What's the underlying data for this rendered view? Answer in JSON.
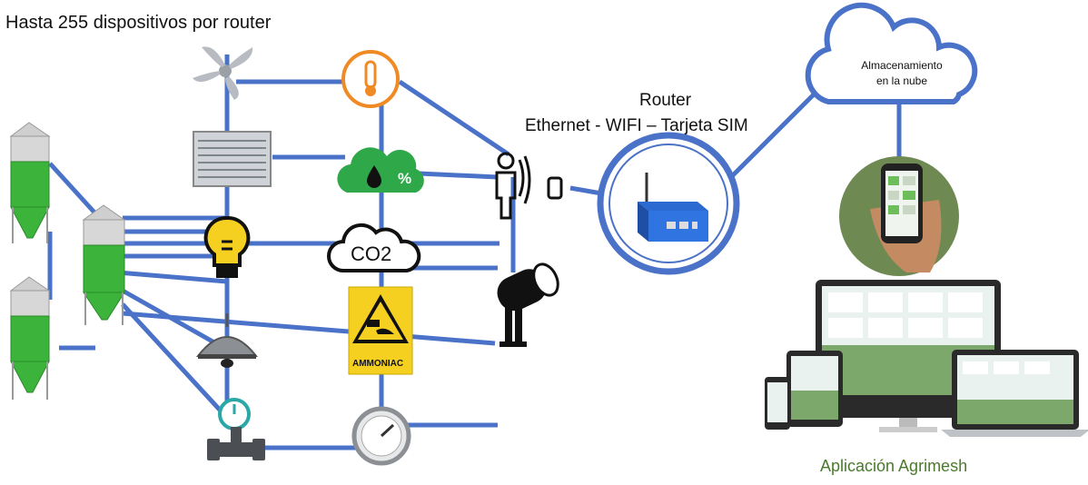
{
  "diagram": {
    "title": "Hasta 255 dispositivos por router",
    "router": {
      "label": "Router",
      "connectivity": "Ethernet - WIFI – Tarjeta SIM"
    },
    "cloud": {
      "label_line1": "Almacenamiento",
      "label_line2": "en la nube"
    },
    "sensors": {
      "co2_label": "CO2",
      "humidity_symbol": "%",
      "ammonia_label": "AMMONIAC"
    },
    "app": {
      "label": "Aplicación Agrimesh"
    },
    "colors": {
      "link": "#4a72c8",
      "silo_fill": "#3cb43c",
      "cloud_stroke": "#4a72c8",
      "thermometer": "#f08a24",
      "humidity_cloud": "#2fa84a",
      "ammonia_yellow": "#f6d020",
      "app_text": "#4a7a2b"
    },
    "icons": [
      "silo-icon",
      "fan-icon",
      "heater-icon",
      "light-bulb-icon",
      "ceiling-lamp-icon",
      "flow-meter-icon",
      "valve-icon",
      "thermometer-icon",
      "humidity-icon",
      "co2-icon",
      "ammonia-warning-icon",
      "pressure-gauge-icon",
      "presence-sensor-icon",
      "phone-icon",
      "camera-icon",
      "router-icon",
      "cloud-icon",
      "smartphone-icon",
      "devices-icon"
    ]
  }
}
